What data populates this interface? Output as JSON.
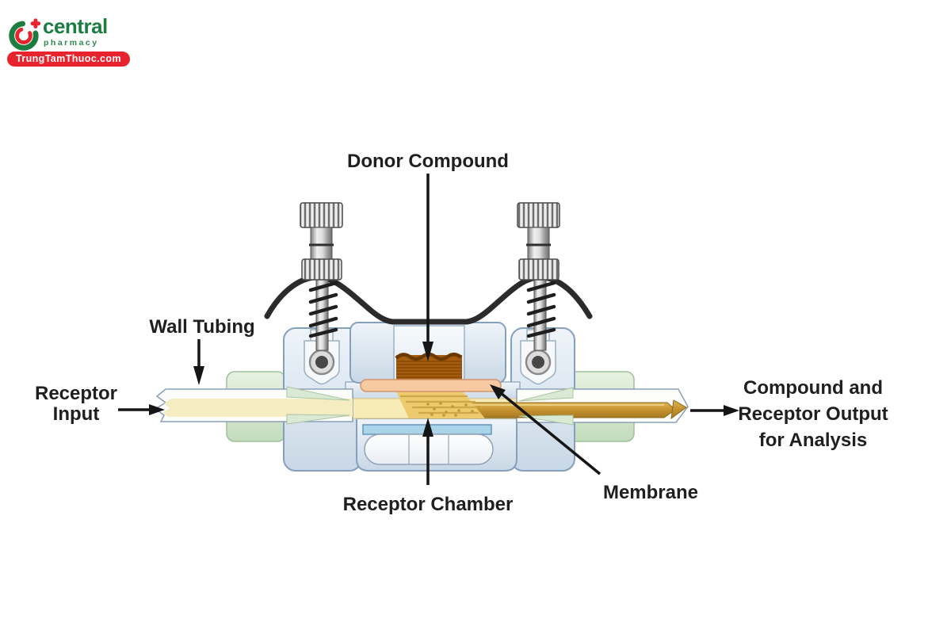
{
  "logo": {
    "brand": "central",
    "subtitle": "pharmacy",
    "badge": "TrungTamThuoc.com",
    "colors": {
      "green": "#1b7d40",
      "red": "#e8232e"
    }
  },
  "diagram": {
    "labels": {
      "donor_compound": "Donor Compound",
      "wall_tubing": "Wall Tubing",
      "receptor_input": [
        "Receptor",
        "Input"
      ],
      "output": [
        "Compound and",
        "Receptor Output",
        "for Analysis"
      ],
      "receptor_chamber": "Receptor Chamber",
      "membrane": "Membrane"
    },
    "colors": {
      "body_blue": "#dce6f0",
      "body_outline": "#85a0bd",
      "green_block": "#d5e7cd",
      "channel_yellow": "#f7ebb6",
      "fluid_gold": "#c3912f",
      "membrane_pink": "#f7c9a2",
      "donor_brown": "#a55d0d",
      "receptor_bar_blue": "#a9d4e9",
      "metal_gray": "#cfcfcf",
      "tubing_black": "#2b2b2b",
      "label_text": "#1f1f1f"
    }
  }
}
